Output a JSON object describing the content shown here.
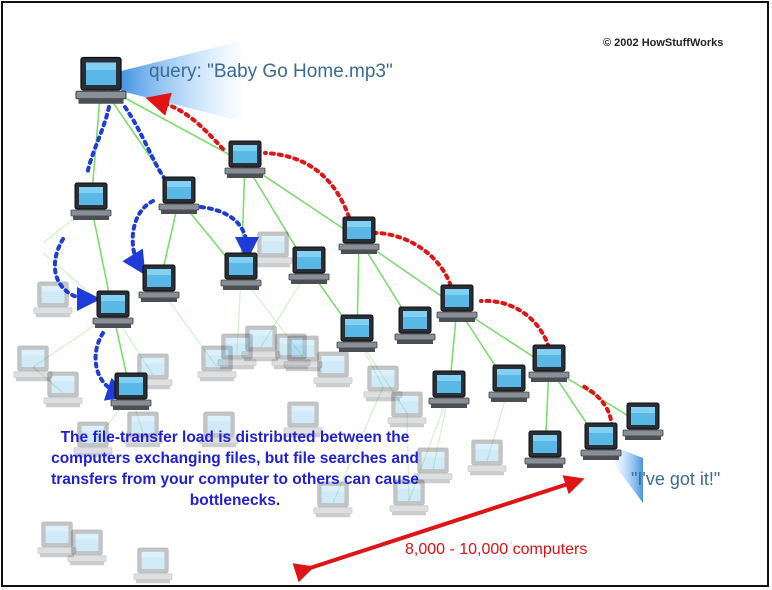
{
  "copyright": "© 2002 HowStuffWorks",
  "query_label": "query: \"Baby Go Home.mp3\"",
  "found_label": "\"I've got it!\"",
  "caption": "The file-transfer load is distributed between the computers exchanging files, but file searches and transfers from your computer to others can cause bottlenecks.",
  "network_size_label": "8,000 - 10,000 computers",
  "colors": {
    "connection": "#7ddc6e",
    "query_path": "#1f3cd8",
    "reply_path": "#e01414",
    "text_blue": "#3a6a96",
    "caption_blue": "#1f1fd6",
    "screen": "#5ab8e6"
  },
  "icons": [
    "computer-icon",
    "query-beam",
    "reply-beam",
    "double-arrow"
  ]
}
